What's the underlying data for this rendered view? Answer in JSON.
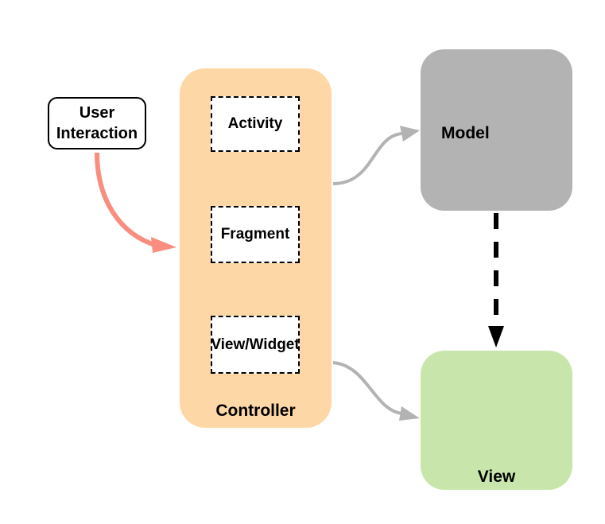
{
  "user_interaction": {
    "line1": "User",
    "line2": "Interaction"
  },
  "controller": {
    "label": "Controller",
    "components": [
      "Activity",
      "Fragment",
      "View/Widget"
    ]
  },
  "model": {
    "label": "Model"
  },
  "view": {
    "label": "View"
  },
  "colors": {
    "controller_fill": "#fdd8a6",
    "model_fill": "#b3b3b3",
    "view_fill": "#c8e6ab",
    "user_arrow": "#f98d7e",
    "flow_arrow": "#b3b3b3",
    "dashed_arrow": "#000000"
  }
}
